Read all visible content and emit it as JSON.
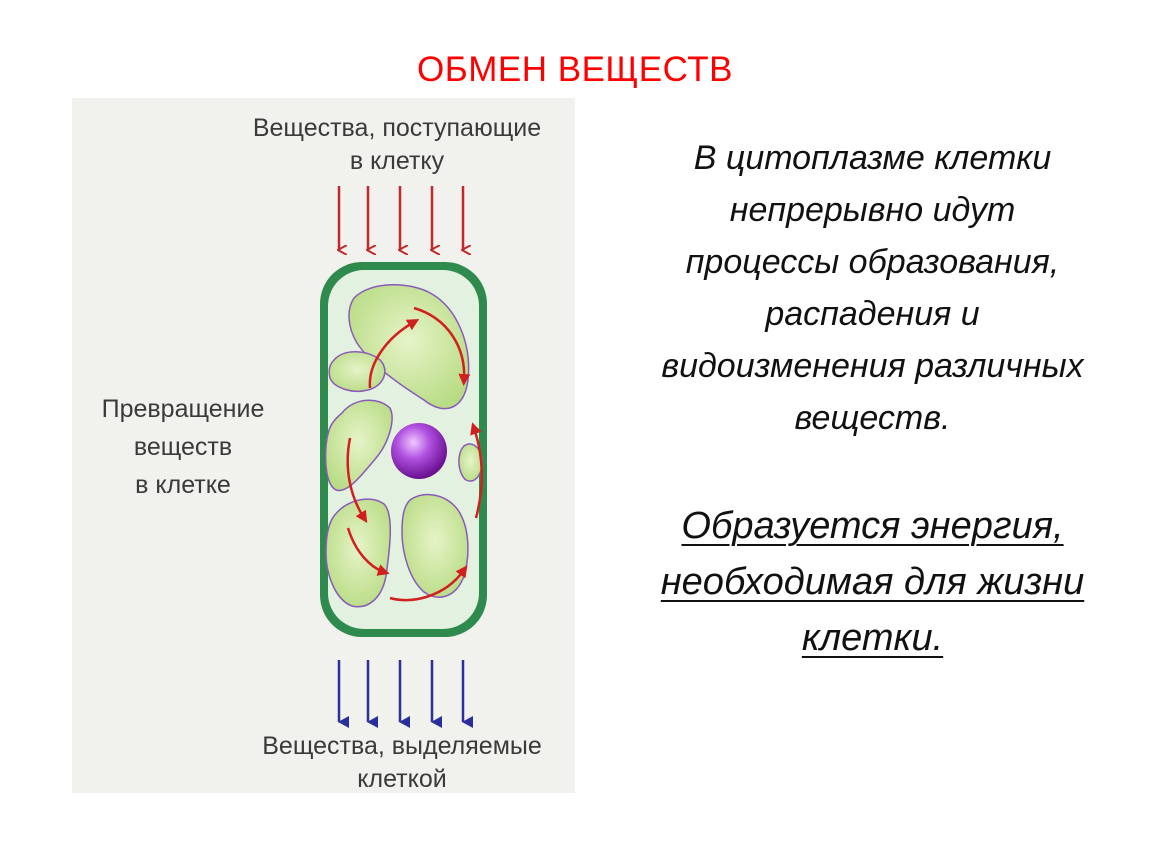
{
  "title": "ОБМЕН ВЕЩЕСТВ",
  "figure": {
    "label_in": [
      "Вещества, поступающие",
      "в клетку"
    ],
    "label_transform": [
      "Превращение",
      "веществ",
      "в клетке"
    ],
    "label_out": [
      "Вещества, выделяемые",
      "клеткой"
    ]
  },
  "paragraph": [
    "В цитоплазме клетки",
    "непрерывно идут",
    "процессы образования,",
    "распадения и",
    "видоизменения различных",
    "веществ."
  ],
  "energy": [
    "Образуется энергия,",
    "необходимая для жизни",
    "клетки."
  ],
  "colors": {
    "title": "#ff0000",
    "arrows_in": "#c0282a",
    "arrows_out": "#2b2f9e",
    "cell_wall": "#3a9a5a",
    "cytoplasm": "#e4f2e2",
    "vacuole": "#c8e49a",
    "nucleus": "#a040c8"
  }
}
